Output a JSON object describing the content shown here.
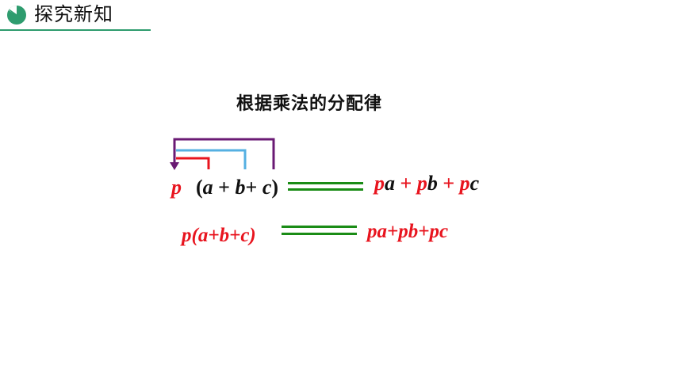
{
  "header": {
    "title": "探究新知",
    "icon": "pie-chart-icon",
    "accent_color": "#2e9c6e"
  },
  "subtitle": "根据乘法的分配律",
  "row1": {
    "p": "p",
    "open_paren": "(",
    "a": "a",
    "plus1": " + ",
    "b": "b",
    "plus2": "+ ",
    "c": "c",
    "close_paren": ")",
    "result": {
      "p1": "p",
      "a": "a",
      "plus1": " + ",
      "p2": "p",
      "b": "b",
      "plus2": " + ",
      "p3": "p",
      "c": "c"
    }
  },
  "row2": {
    "expr": "p(a+b+c)",
    "result": "pa+pb+pc"
  },
  "colors": {
    "red": "#e8141e",
    "green": "#1a8c16",
    "purple": "#6a1a74",
    "light_blue": "#55b0e2"
  }
}
